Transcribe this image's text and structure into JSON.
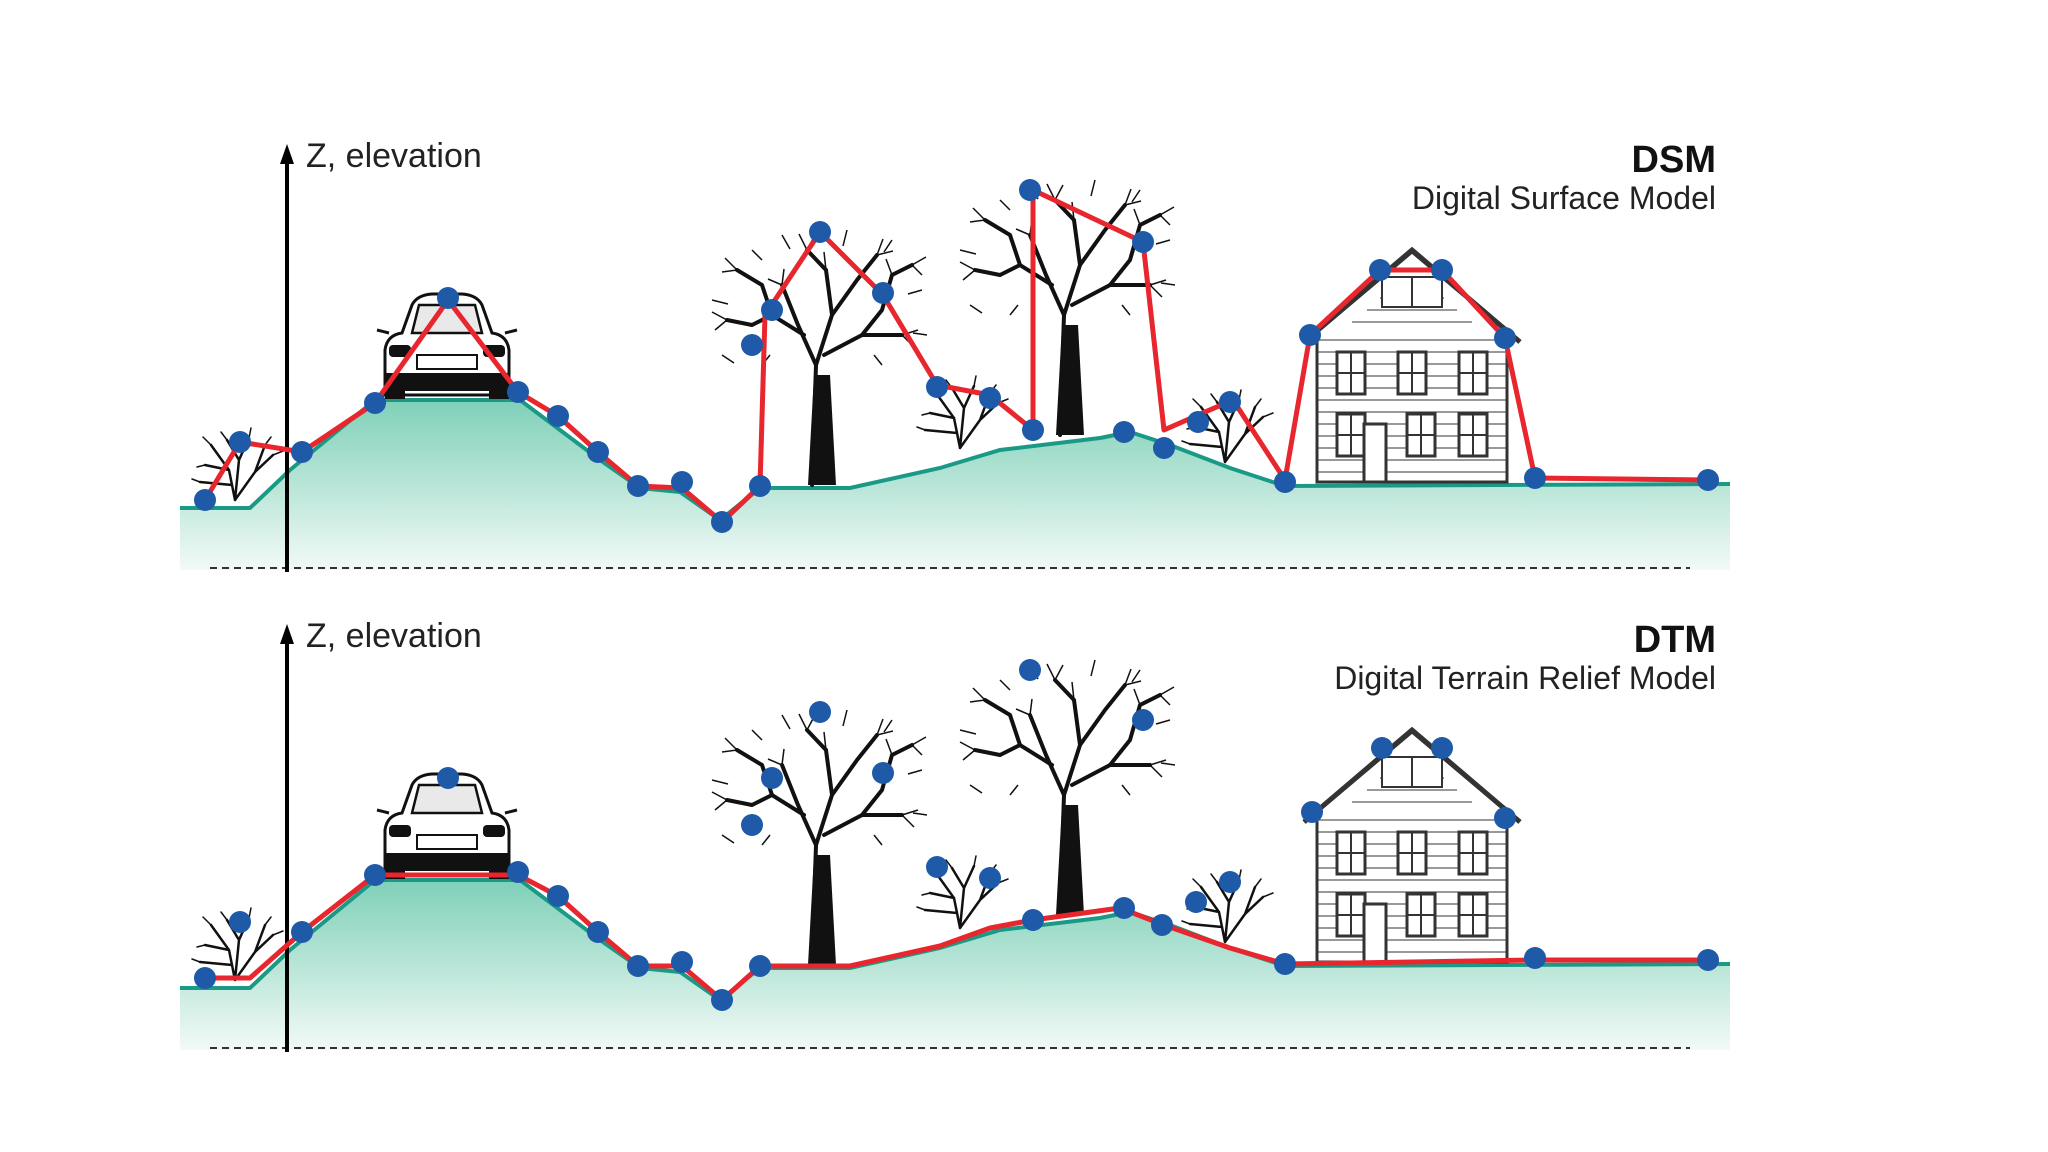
{
  "colors": {
    "ground_edge": "#1a9a86",
    "ground_fill_top": "#7fd0b8",
    "ground_fill_bottom": "#eef8f4",
    "profile_line": "#e8262e",
    "sample_point": "#1e5aa8",
    "tree": "#111111",
    "house_line": "#333333"
  },
  "icons": [
    "car-icon",
    "tree-icon",
    "bush-icon",
    "house-icon"
  ],
  "panels": [
    {
      "axis_label": "Z, elevation",
      "abbr": "DSM",
      "name": "Digital Surface Model"
    },
    {
      "axis_label": "Z, elevation",
      "abbr": "DTM",
      "name": "Digital Terrain Relief Model"
    }
  ]
}
